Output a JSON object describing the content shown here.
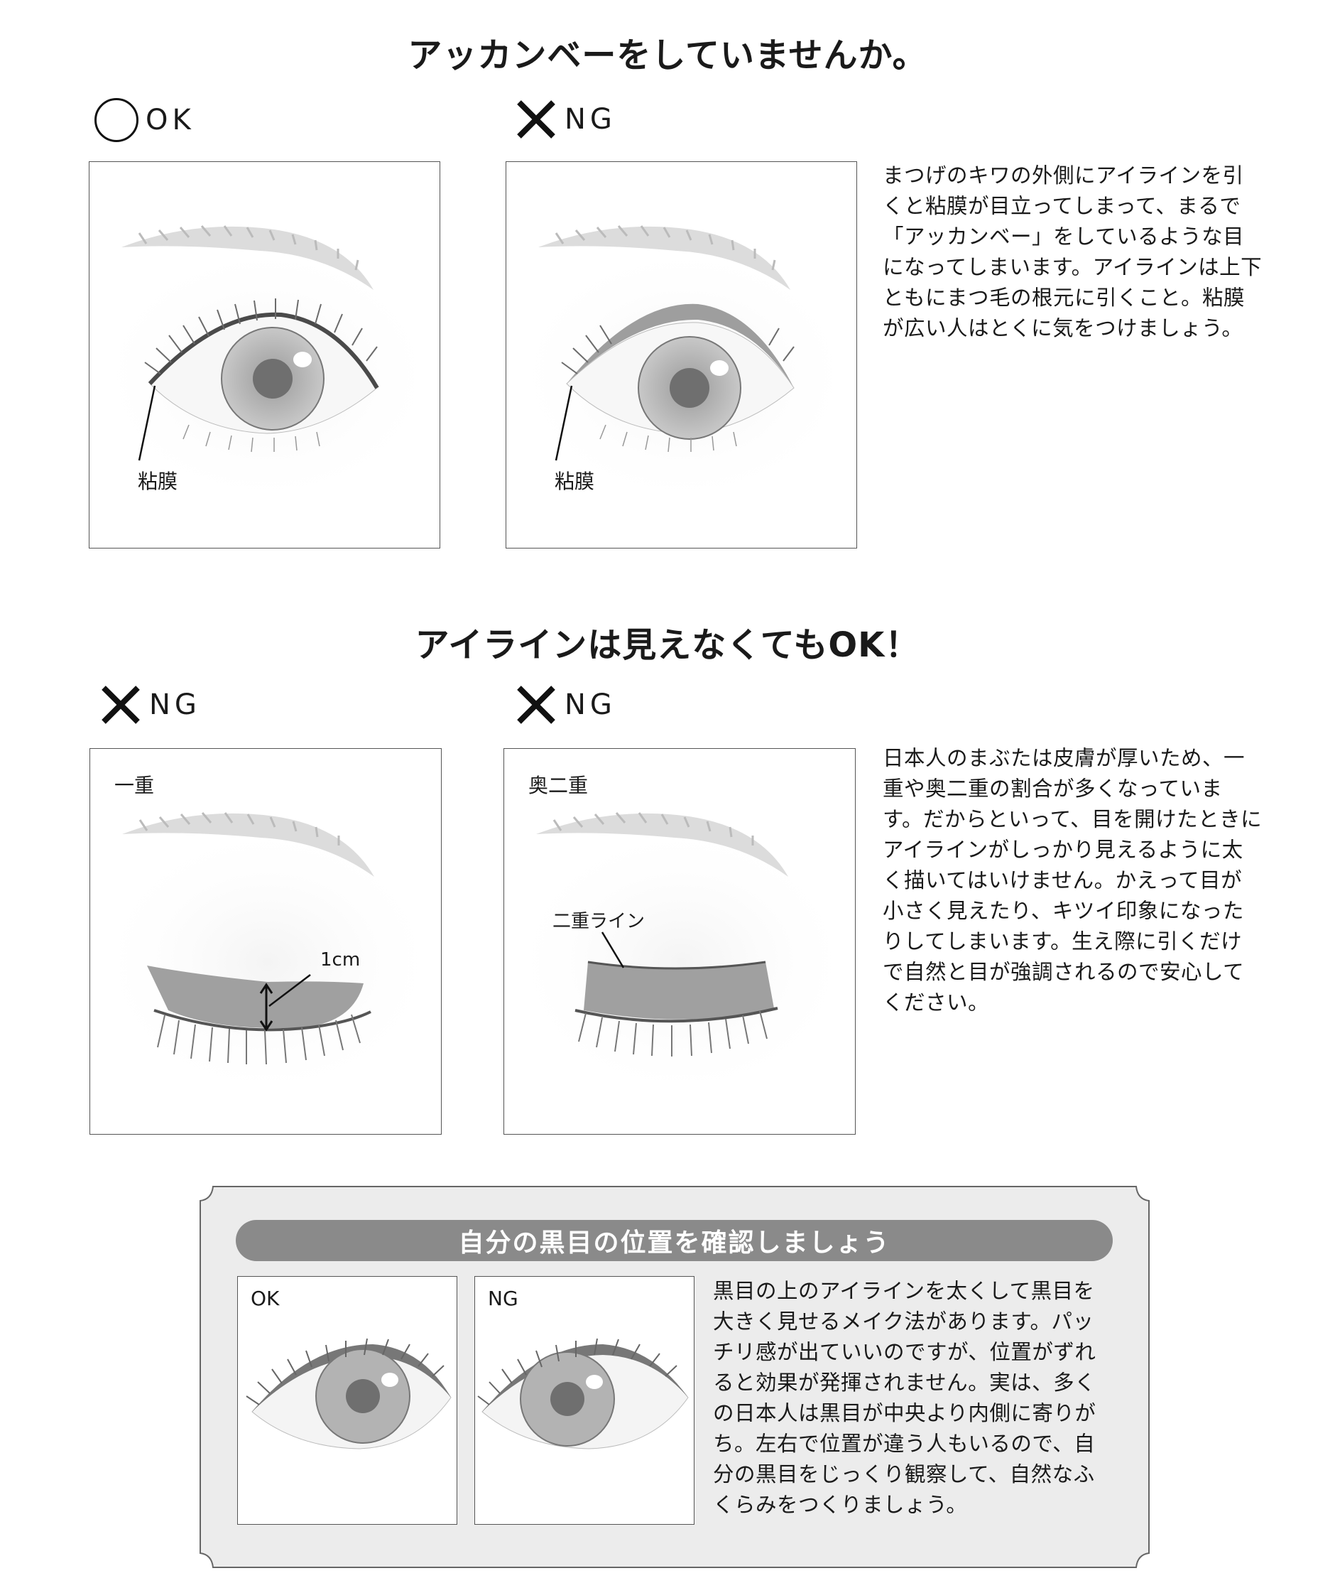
{
  "section1": {
    "title": "アッカンベーをしていませんか。",
    "ok_label": "OK",
    "ng_label": "NG",
    "mucosa_label_ok": "粘膜",
    "mucosa_label_ng": "粘膜",
    "description": "まつげのキワの外側にアイラインを引くと粘膜が目立ってしまって、まるで「アッカンベー」をしているような目になってしまいます。アイラインは上下ともにまつ毛の根元に引くこと。粘膜が広い人はとくに気をつけましょう。"
  },
  "section2": {
    "title": "アイラインは見えなくてもOK！",
    "ng_label_left": "NG",
    "ng_label_right": "NG",
    "left_caption": "一重",
    "right_caption": "奥二重",
    "measure_label": "1cm",
    "fold_label": "二重ライン",
    "description": "日本人のまぶたは皮膚が厚いため、一重や奥二重の割合が多くなっています。だからといって、目を開けたときにアイラインがしっかり見えるように太く描いてはいけません。かえって目が小さく見えたり、キツイ印象になったりしてしまいます。生え際に引くだけで自然と目が強調されるので安心してください。"
  },
  "section3": {
    "banner": "自分の黒目の位置を確認しましょう",
    "ok_caption": "OK",
    "ng_caption": "NG",
    "description": "黒目の上のアイラインを太くして黒目を大きく見せるメイク法があります。パッチリ感が出ていいのですが、位置がずれると効果が発揮されません。実は、多くの日本人は黒目が中央より内側に寄りがち。左右で位置が違う人もいるので、自分の黒目をじっくり観察して、自然なふくらみをつくりましょう。"
  },
  "colors": {
    "frame": "#555555",
    "shade": "#a0a0a0",
    "banner": "#8a8a8a",
    "box_bg": "#ececec"
  },
  "icons": [
    "circle-ok-icon",
    "cross-ng-icon"
  ]
}
